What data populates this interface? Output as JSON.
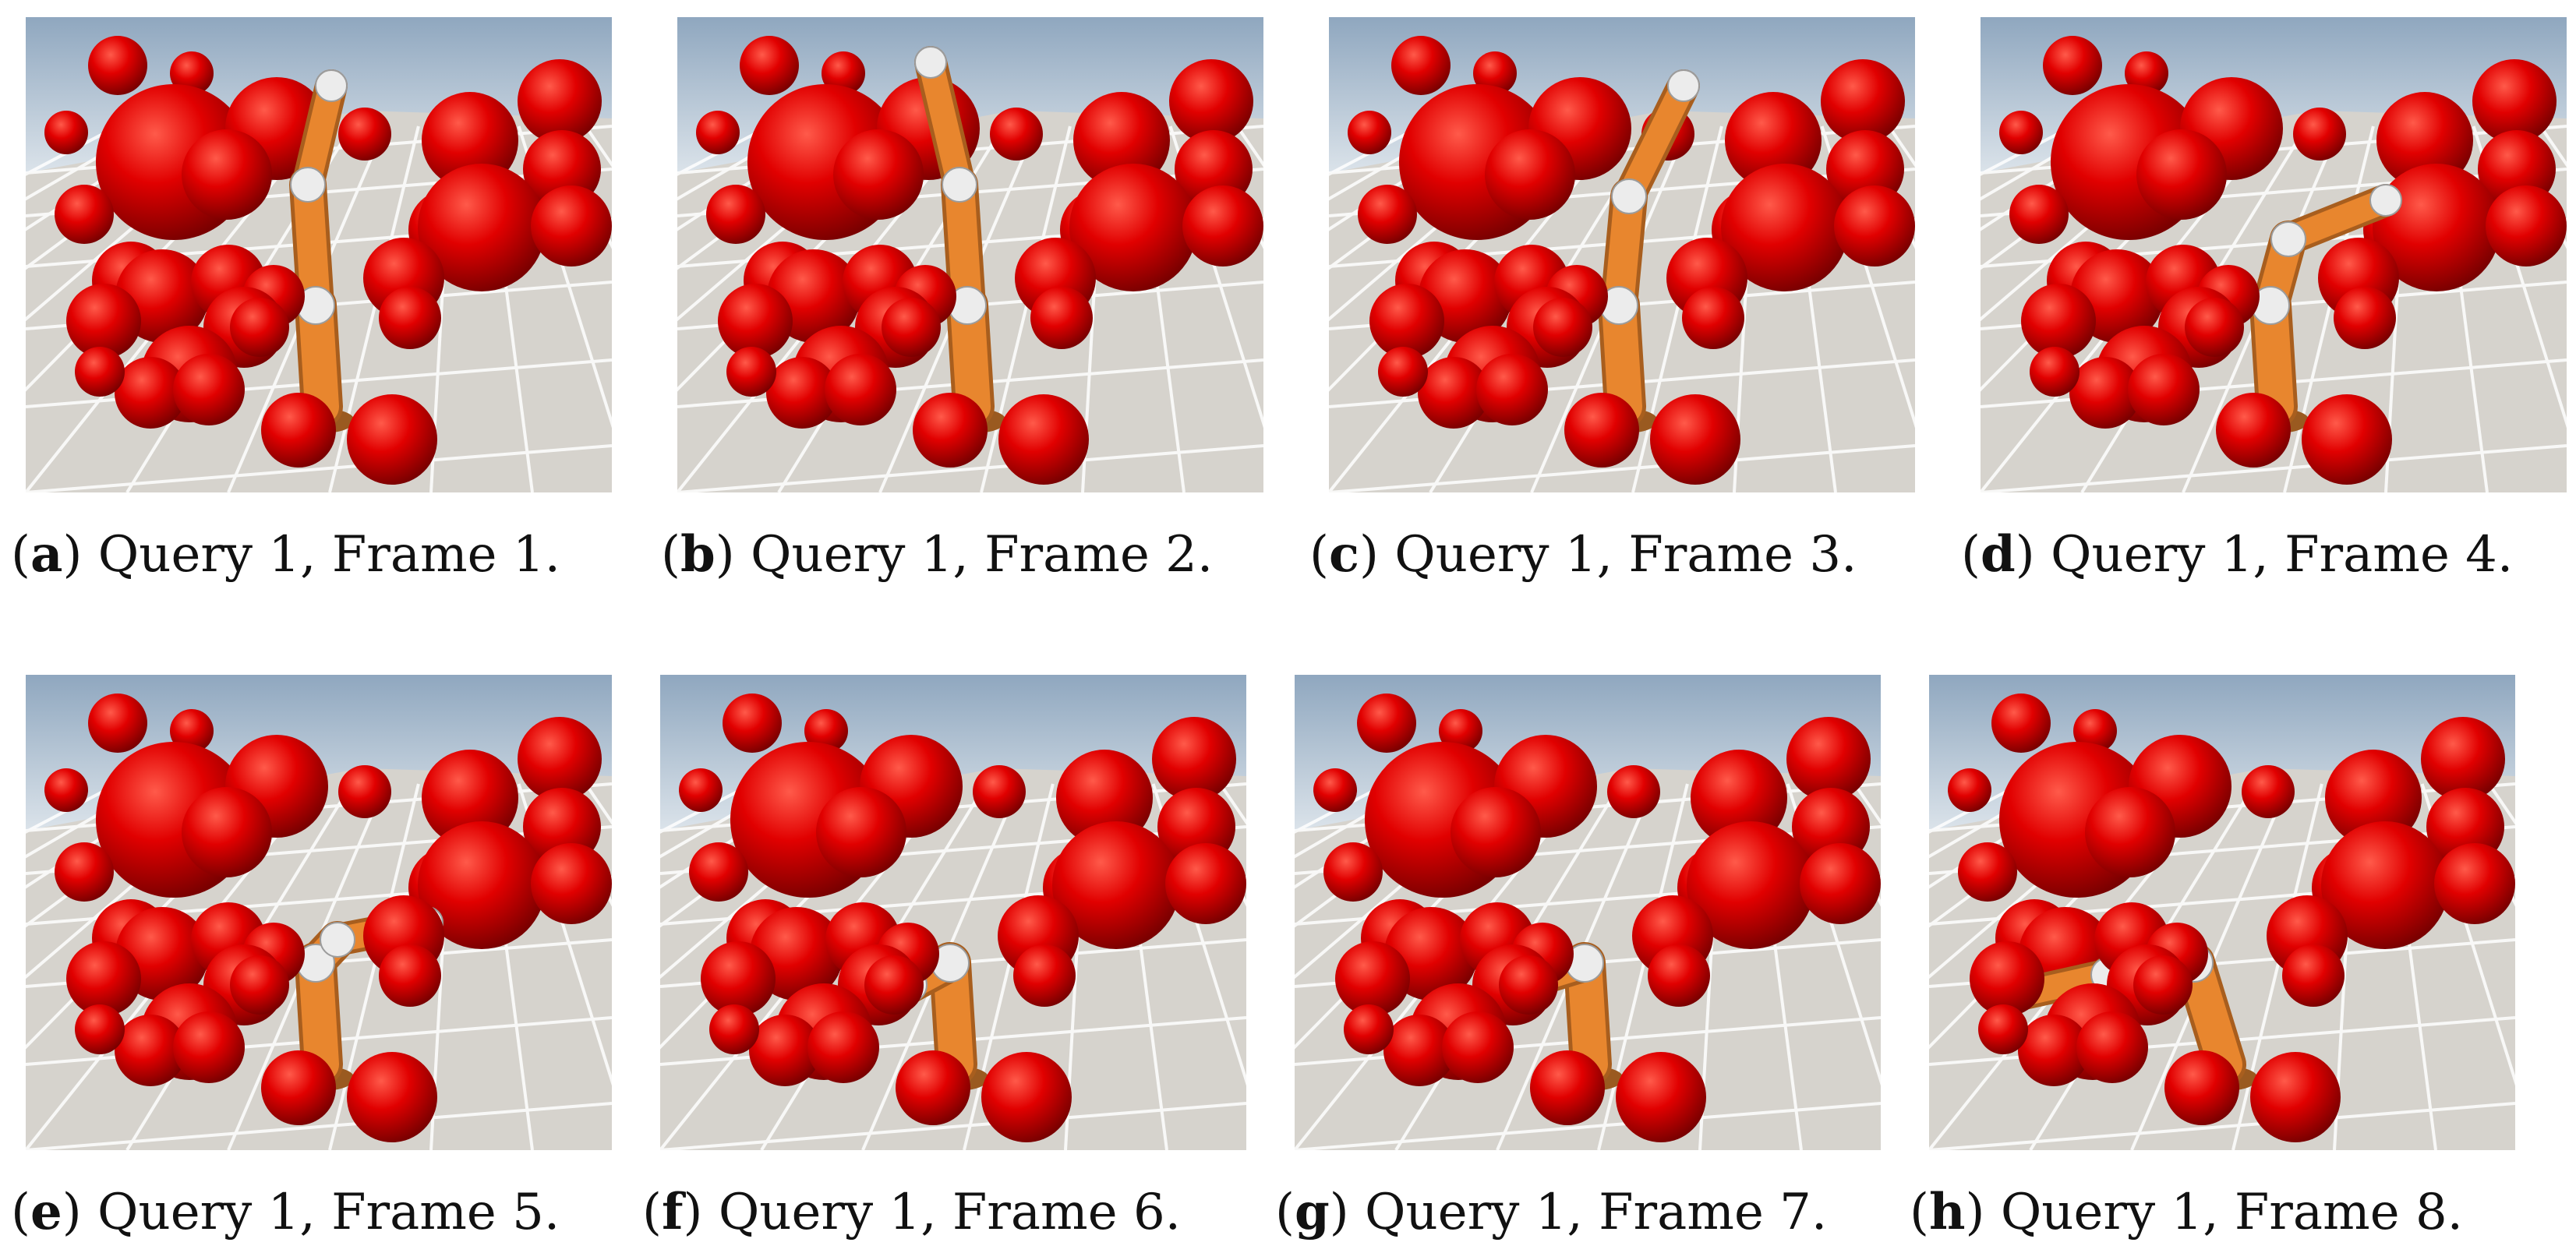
{
  "figure": {
    "panels": [
      {
        "label": "a",
        "text": "Query 1, Frame 1.",
        "pose": [
          [
            380,
            500
          ],
          [
            372,
            370
          ],
          [
            362,
            215
          ],
          [
            392,
            88
          ]
        ]
      },
      {
        "label": "b",
        "text": "Query 1, Frame 2.",
        "pose": [
          [
            380,
            500
          ],
          [
            372,
            370
          ],
          [
            362,
            215
          ],
          [
            325,
            58
          ]
        ]
      },
      {
        "label": "c",
        "text": "Query 1, Frame 3.",
        "pose": [
          [
            380,
            500
          ],
          [
            372,
            370
          ],
          [
            385,
            230
          ],
          [
            455,
            88
          ]
        ]
      },
      {
        "label": "d",
        "text": "Query 1, Frame 4.",
        "pose": [
          [
            380,
            500
          ],
          [
            372,
            370
          ],
          [
            395,
            285
          ],
          [
            520,
            235
          ]
        ]
      },
      {
        "label": "e",
        "text": "Query 1, Frame 5.",
        "pose": [
          [
            380,
            500
          ],
          [
            372,
            370
          ],
          [
            400,
            340
          ],
          [
            515,
            318
          ]
        ]
      },
      {
        "label": "f",
        "text": "Query 1, Frame 6.",
        "pose": [
          [
            380,
            500
          ],
          [
            372,
            370
          ],
          [
            320,
            398
          ],
          [
            265,
            418
          ]
        ]
      },
      {
        "label": "g",
        "text": "Query 1, Frame 7.",
        "pose": [
          [
            380,
            500
          ],
          [
            372,
            370
          ],
          [
            290,
            395
          ],
          [
            185,
            450
          ]
        ]
      },
      {
        "label": "h",
        "text": "Query 1, Frame 8.",
        "pose": [
          [
            380,
            500
          ],
          [
            340,
            370
          ],
          [
            230,
            385
          ],
          [
            95,
            415
          ]
        ]
      }
    ],
    "colors": {
      "sky_top": "#8fa7bf",
      "sky_bottom": "#dbe3ea",
      "floor": "#d6d3cd",
      "floor_lines": "#ffffff",
      "obstacle": "#e10000",
      "obstacle_dark": "#7a0000",
      "robot": "#e8862e",
      "robot_joint": "#ececec"
    },
    "icons": {
      "robot": "robot-arm-icon",
      "obstacle": "sphere-obstacle-icon"
    }
  }
}
